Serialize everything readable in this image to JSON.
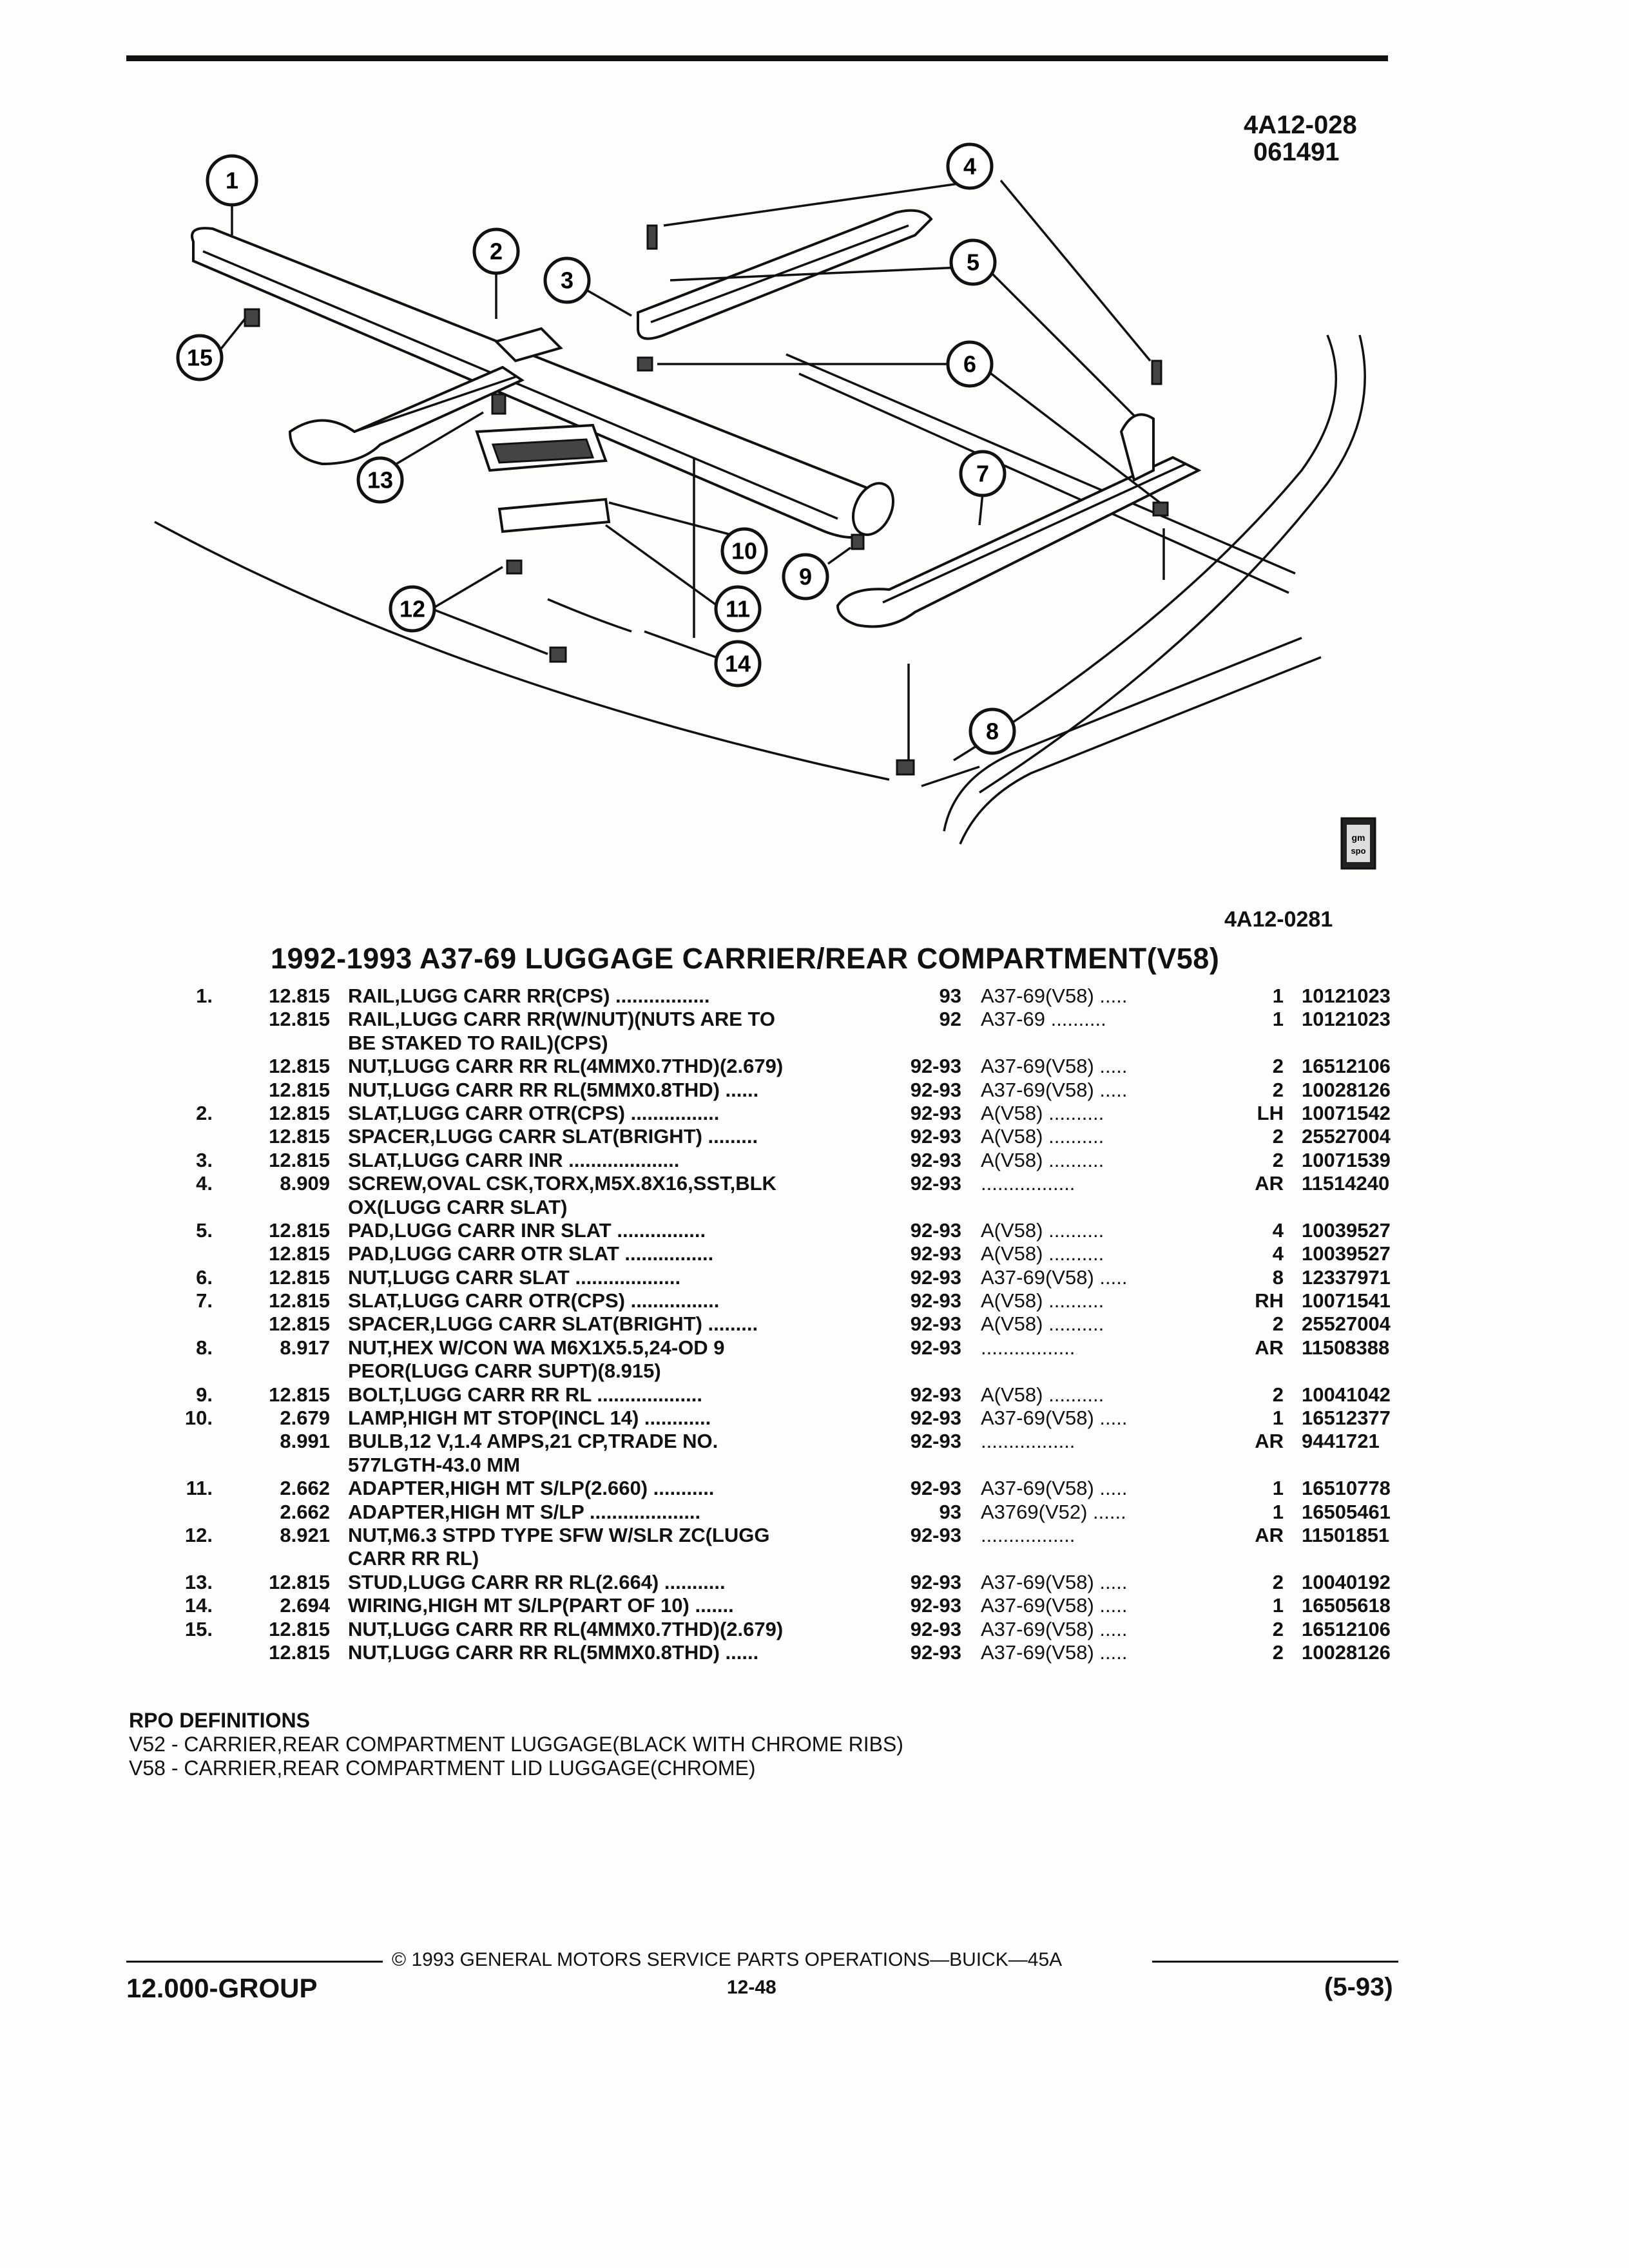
{
  "header": {
    "code_line1": "4A12-028",
    "code_line2": "061491"
  },
  "figure": {
    "code": "4A12-0281",
    "callouts": [
      "1",
      "2",
      "3",
      "4",
      "5",
      "6",
      "7",
      "8",
      "9",
      "10",
      "11",
      "12",
      "13",
      "14",
      "15"
    ],
    "icon": "gm-spo-logo-icon",
    "icon_text": "gm spo"
  },
  "title": "1992-1993 A37-69 LUGGAGE CARRIER/REAR COMPARTMENT(V58)",
  "parts": [
    {
      "ref": "1.",
      "group": "12.815",
      "name": "RAIL",
      "desc": ",LUGG CARR RR(CPS)  .................",
      "model": "93",
      "series": "A37-69(V58)  .....",
      "qty": "1",
      "part": "10121023"
    },
    {
      "ref": "",
      "group": "12.815",
      "name": "RAIL",
      "desc": ",LUGG CARR RR(W/NUT)(NUTS ARE TO",
      "model": "92",
      "series": "A37-69  ..........",
      "qty": "1",
      "part": "10121023"
    },
    {
      "ref": "",
      "group": "",
      "name": "",
      "desc": "BE STAKED TO RAIL)(CPS)",
      "model": "",
      "series": "",
      "qty": "",
      "part": ""
    },
    {
      "ref": "",
      "group": "12.815",
      "name": "NUT",
      "desc": ",LUGG CARR RR RL(4MMX0.7THD)(2.679)",
      "model": "92-93",
      "series": "A37-69(V58)  .....",
      "qty": "2",
      "part": "16512106"
    },
    {
      "ref": "",
      "group": "12.815",
      "name": "NUT",
      "desc": ",LUGG CARR RR RL(5MMX0.8THD)  ......",
      "model": "92-93",
      "series": "A37-69(V58)  .....",
      "qty": "2",
      "part": "10028126"
    },
    {
      "ref": "2.",
      "group": "12.815",
      "name": "SLAT",
      "desc": ",LUGG CARR OTR(CPS)  ................",
      "model": "92-93",
      "series": "A(V58)  ..........",
      "qty": "LH",
      "part": "10071542"
    },
    {
      "ref": "",
      "group": "12.815",
      "name": "SPACER",
      "desc": ",LUGG CARR SLAT(BRIGHT)  .........",
      "model": "92-93",
      "series": "A(V58)  ..........",
      "qty": "2",
      "part": "25527004"
    },
    {
      "ref": "3.",
      "group": "12.815",
      "name": "SLAT",
      "desc": ",LUGG CARR INR  ....................",
      "model": "92-93",
      "series": "A(V58)  ..........",
      "qty": "2",
      "part": "10071539"
    },
    {
      "ref": "4.",
      "group": "8.909",
      "name": "SCREW",
      "desc": ",OVAL CSK,TORX,M5X.8X16,SST,BLK",
      "model": "92-93",
      "series": "  .................",
      "qty": "AR",
      "part": "11514240"
    },
    {
      "ref": "",
      "group": "",
      "name": "",
      "desc": "OX(LUGG CARR SLAT)",
      "model": "",
      "series": "",
      "qty": "",
      "part": ""
    },
    {
      "ref": "5.",
      "group": "12.815",
      "name": "PAD",
      "desc": ",LUGG CARR INR SLAT  ................",
      "model": "92-93",
      "series": "A(V58)  ..........",
      "qty": "4",
      "part": "10039527"
    },
    {
      "ref": "",
      "group": "12.815",
      "name": "PAD",
      "desc": ",LUGG CARR OTR SLAT  ................",
      "model": "92-93",
      "series": "A(V58)  ..........",
      "qty": "4",
      "part": "10039527"
    },
    {
      "ref": "6.",
      "group": "12.815",
      "name": "NUT",
      "desc": ",LUGG CARR SLAT  ...................",
      "model": "92-93",
      "series": "A37-69(V58)  .....",
      "qty": "8",
      "part": "12337971"
    },
    {
      "ref": "7.",
      "group": "12.815",
      "name": "SLAT",
      "desc": ",LUGG CARR OTR(CPS)  ................",
      "model": "92-93",
      "series": "A(V58)  ..........",
      "qty": "RH",
      "part": "10071541"
    },
    {
      "ref": "",
      "group": "12.815",
      "name": "SPACER",
      "desc": ",LUGG CARR SLAT(BRIGHT)  .........",
      "model": "92-93",
      "series": "A(V58)  ..........",
      "qty": "2",
      "part": "25527004"
    },
    {
      "ref": "8.",
      "group": "8.917",
      "name": "NUT",
      "desc": ",HEX W/CON WA M6X1X5.5,24-OD 9",
      "model": "92-93",
      "series": "  .................",
      "qty": "AR",
      "part": "11508388"
    },
    {
      "ref": "",
      "group": "",
      "name": "",
      "desc": "PEOR(LUGG CARR SUPT)(8.915)",
      "model": "",
      "series": "",
      "qty": "",
      "part": ""
    },
    {
      "ref": "9.",
      "group": "12.815",
      "name": "BOLT",
      "desc": ",LUGG CARR RR RL  ...................",
      "model": "92-93",
      "series": "A(V58)  ..........",
      "qty": "2",
      "part": "10041042"
    },
    {
      "ref": "10.",
      "group": "2.679",
      "name": "LAMP",
      "desc": ",HIGH MT STOP(INCL 14)  ............",
      "model": "92-93",
      "series": "A37-69(V58)  .....",
      "qty": "1",
      "part": "16512377"
    },
    {
      "ref": "",
      "group": "8.991",
      "name": "BULB",
      "desc": ",12 V,1.4 AMPS,21 CP,TRADE NO.",
      "model": "92-93",
      "series": "  .................",
      "qty": "AR",
      "part": "9441721"
    },
    {
      "ref": "",
      "group": "",
      "name": "",
      "desc": "577LGTH-43.0 MM",
      "model": "",
      "series": "",
      "qty": "",
      "part": ""
    },
    {
      "ref": "11.",
      "group": "2.662",
      "name": "ADAPTER",
      "desc": ",HIGH MT S/LP(2.660)  ...........",
      "model": "92-93",
      "series": "A37-69(V58)  .....",
      "qty": "1",
      "part": "16510778"
    },
    {
      "ref": "",
      "group": "2.662",
      "name": "ADAPTER",
      "desc": ",HIGH MT S/LP  ....................",
      "model": "93",
      "series": "A3769(V52)  ......",
      "qty": "1",
      "part": "16505461"
    },
    {
      "ref": "12.",
      "group": "8.921",
      "name": "NUT",
      "desc": ",M6.3 STPD TYPE SFW W/SLR ZC(LUGG",
      "model": "92-93",
      "series": "  .................",
      "qty": "AR",
      "part": "11501851"
    },
    {
      "ref": "",
      "group": "",
      "name": "",
      "desc": "CARR RR RL)",
      "model": "",
      "series": "",
      "qty": "",
      "part": ""
    },
    {
      "ref": "13.",
      "group": "12.815",
      "name": "STUD",
      "desc": ",LUGG CARR RR RL(2.664)  ...........",
      "model": "92-93",
      "series": "A37-69(V58)  .....",
      "qty": "2",
      "part": "10040192"
    },
    {
      "ref": "14.",
      "group": "2.694",
      "name": "WIRING",
      "desc": ",HIGH MT S/LP(PART OF 10)  .......",
      "model": "92-93",
      "series": "A37-69(V58)  .....",
      "qty": "1",
      "part": "16505618"
    },
    {
      "ref": "15.",
      "group": "12.815",
      "name": "NUT",
      "desc": ",LUGG CARR RR RL(4MMX0.7THD)(2.679)",
      "model": "92-93",
      "series": "A37-69(V58)  .....",
      "qty": "2",
      "part": "16512106"
    },
    {
      "ref": "",
      "group": "12.815",
      "name": "NUT",
      "desc": ",LUGG CARR RR RL(5MMX0.8THD)  ......",
      "model": "92-93",
      "series": "A37-69(V58)  .....",
      "qty": "2",
      "part": "10028126"
    }
  ],
  "rpo": {
    "heading": "RPO DEFINITIONS",
    "lines": [
      "V52 - CARRIER,REAR COMPARTMENT LUGGAGE(BLACK WITH CHROME RIBS)",
      "V58 - CARRIER,REAR COMPARTMENT LID LUGGAGE(CHROME)"
    ]
  },
  "footer": {
    "copyright": "©  1993  GENERAL MOTORS SERVICE PARTS OPERATIONS—BUICK—45A",
    "group": "12.000-GROUP",
    "page": "12-48",
    "date": "(5-93)"
  }
}
